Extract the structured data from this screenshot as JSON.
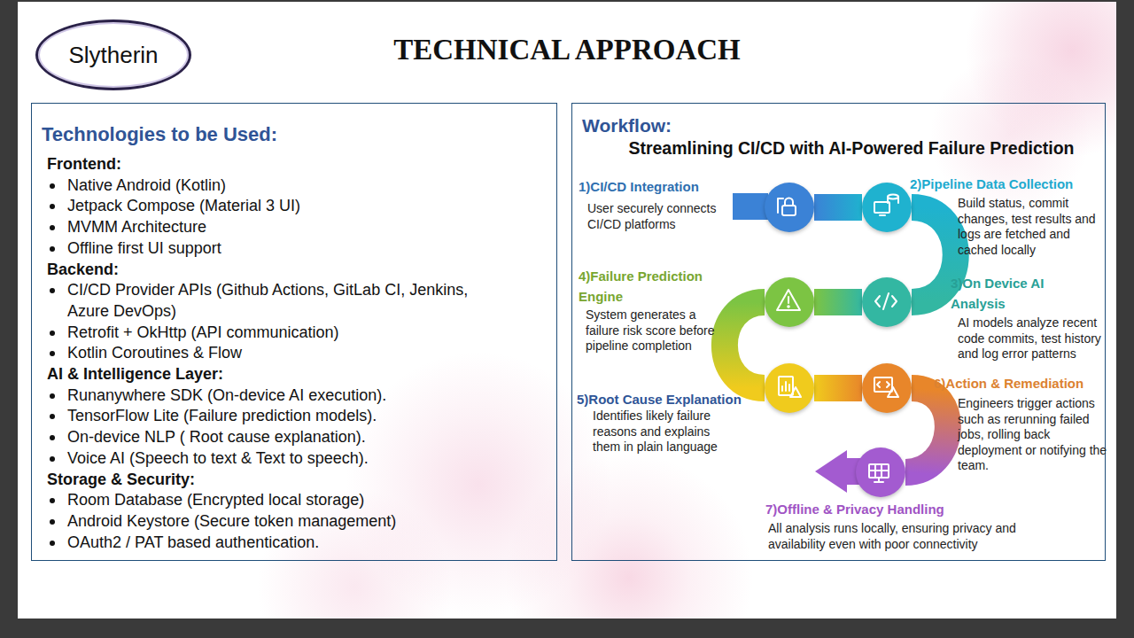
{
  "diagram": {
    "title": "TECHNICAL APPROACH",
    "nodes": [
      {
        "text": [
          "Slytherin"
        ]
      },
      {
        "text": [
          "Technologies to be Used:",
          "Frontend:",
          "Native Android (Kotlin)",
          "Jetpack Compose (Material 3 UI)",
          "MVMM Architecture",
          "Offline first UI support",
          "Backend:",
          "CI/CD Provider APIs (Github Actions, GitLab CI, Jenkins, Azure DevOps)",
          "Retrofit + OkHttp (API communication)",
          "Kotlin Coroutines & Flow",
          "AI & Intelligence Layer:",
          "Runanywhere SDK (On-device AI execution).",
          "TensorFlow Lite (Failure prediction models).",
          "On-device NLP ( Root cause explanation).",
          "Voice AI (Speech to text & Text to speech).",
          "Storage & Security:",
          "Room Database (Encrypted local storage)",
          "Android Keystore (Secure token management)",
          "OAuth2 / PAT based authentication."
        ]
      },
      {
        "text": [
          "Workflow:",
          "Streamlining CI/CD with AI-Powered Failure Prediction"
        ]
      },
      {
        "text": [
          "1)CI/CD Integration",
          "User securely connects CI/CD platforms"
        ],
        "in": 2
      },
      {
        "text": [
          "2)Pipeline Data Collection",
          "Build status, commit changes, test results and logs are fetched and cached locally"
        ],
        "in": 2
      },
      {
        "text": [
          "3)On Device AI Analysis",
          "AI models analyze recent code commits, test history and log error patterns"
        ],
        "in": 2
      },
      {
        "text": [
          "4)Failure Prediction Engine",
          "System generates a failure risk score before pipeline completion"
        ],
        "in": 2
      },
      {
        "text": [
          "5)Root Cause Explanation",
          "Identifies likely failure reasons and explains them in plain language"
        ],
        "in": 2
      },
      {
        "text": [
          "6)Action & Remediation",
          "Engineers trigger actions such as rerunning failed jobs, rolling back deployment or notifying the team."
        ],
        "in": 2
      },
      {
        "text": [
          "7)Offline & Privacy Handling",
          "All analysis runs locally, ensuring privacy and availability even with poor connectivity"
        ],
        "in": 2
      }
    ],
    "edges": [
      {
        "from": 3,
        "to": 4,
        "arrow": "none"
      },
      {
        "from": 4,
        "to": 5,
        "arrow": "none"
      },
      {
        "from": 5,
        "to": 6,
        "arrow": "none"
      },
      {
        "from": 6,
        "to": 7,
        "arrow": "none"
      },
      {
        "from": 7,
        "to": 8,
        "arrow": "none"
      },
      {
        "from": 8,
        "to": 9,
        "arrow": "none"
      }
    ]
  }
}
